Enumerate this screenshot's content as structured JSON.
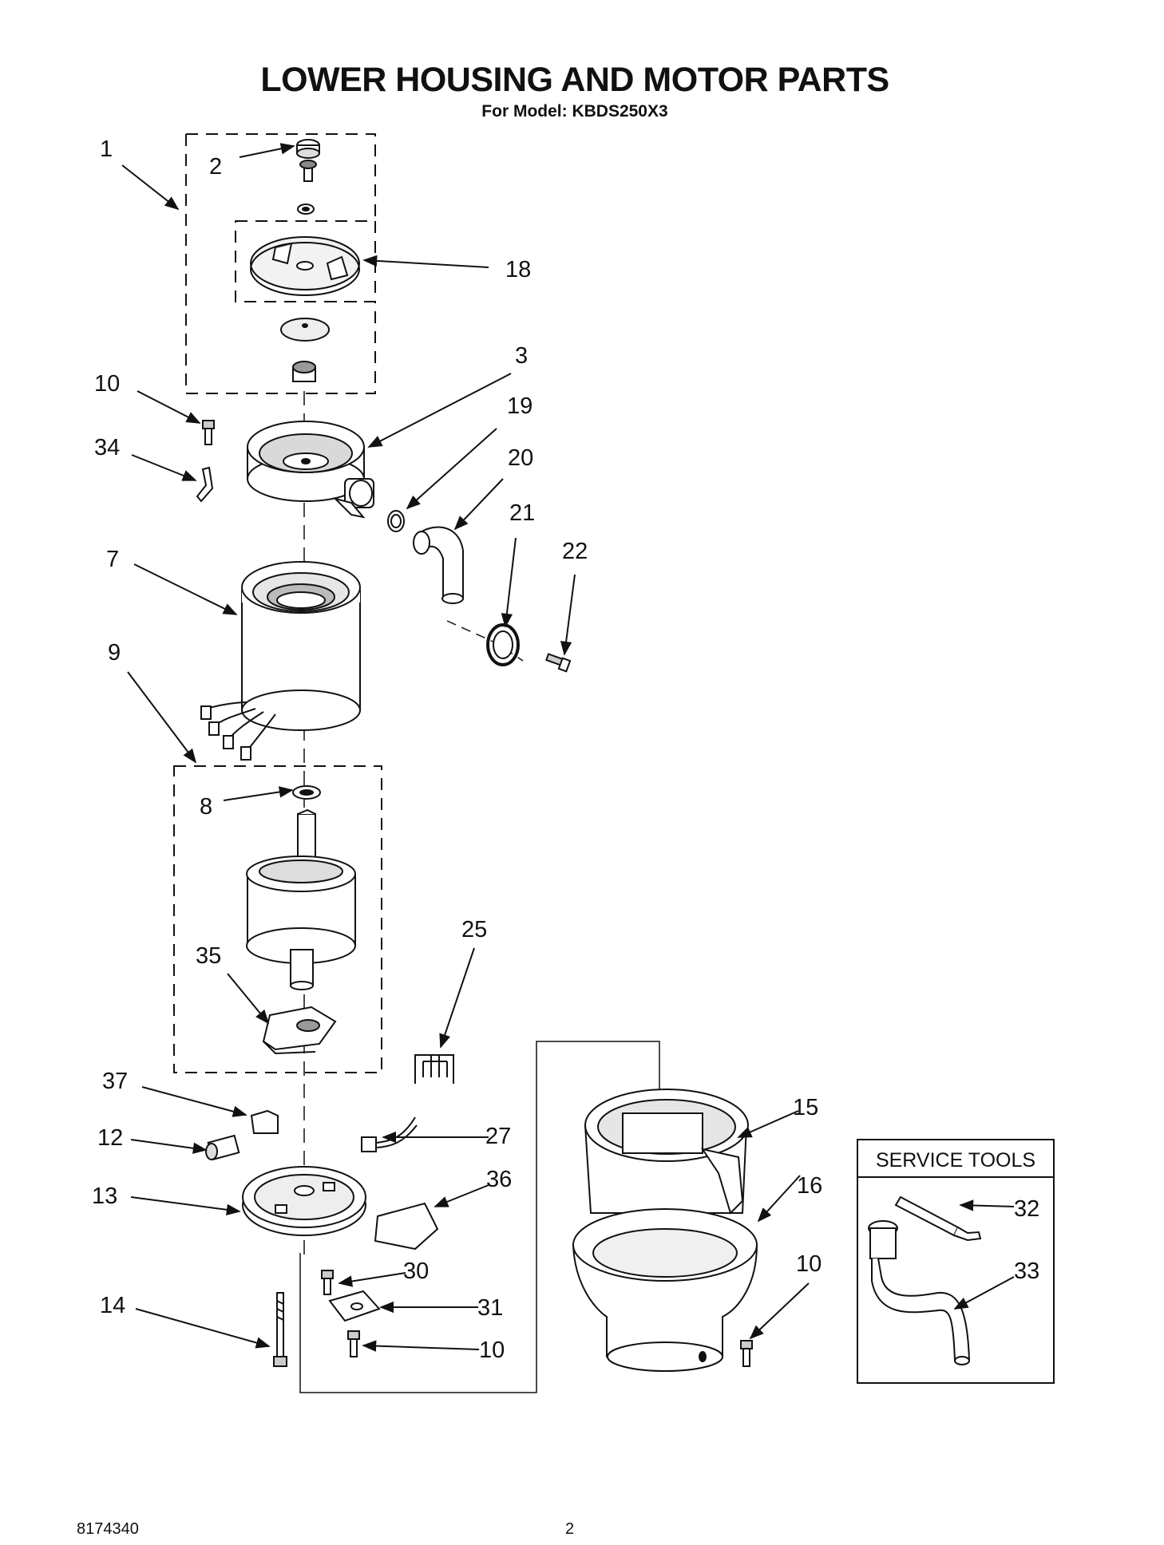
{
  "title": "LOWER HOUSING AND MOTOR PARTS",
  "subtitle": "For Model: KBDS250X3",
  "service_tools_label": "SERVICE TOOLS",
  "footer": {
    "doc_number": "8174340",
    "page_number": "2"
  },
  "part_labels": {
    "p1": "1",
    "p2": "2",
    "p18": "18",
    "p3": "3",
    "p10a": "10",
    "p19": "19",
    "p34": "34",
    "p20": "20",
    "p7": "7",
    "p21": "21",
    "p22": "22",
    "p9": "9",
    "p8": "8",
    "p25": "25",
    "p35": "35",
    "p37": "37",
    "p15": "15",
    "p12": "12",
    "p27": "27",
    "p13": "13",
    "p36": "36",
    "p16": "16",
    "p32": "32",
    "p30": "30",
    "p10b": "10",
    "p33": "33",
    "p31": "31",
    "p14": "14",
    "p10c": "10"
  }
}
